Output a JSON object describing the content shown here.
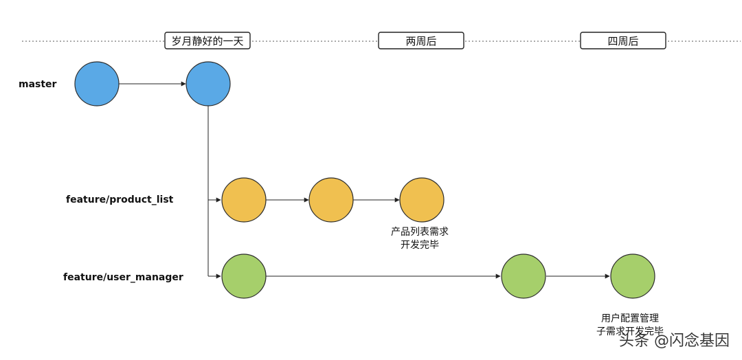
{
  "timeline": {
    "labels": [
      "岁月静好的一天",
      "两周后",
      "四周后"
    ]
  },
  "branches": {
    "master": {
      "name": "master",
      "color": "#5aa9e6",
      "stroke": "#2d2d2d"
    },
    "product": {
      "name": "feature/product_list",
      "color": "#f0c050",
      "stroke": "#2d2d2d",
      "note": [
        "产品列表需求",
        "开发完毕"
      ]
    },
    "user": {
      "name": "feature/user_manager",
      "color": "#a6cf6b",
      "stroke": "#2d2d2d",
      "note": [
        "用户配置管理",
        "子需求开发完毕"
      ]
    }
  },
  "watermark": "头条 @闪念基因"
}
